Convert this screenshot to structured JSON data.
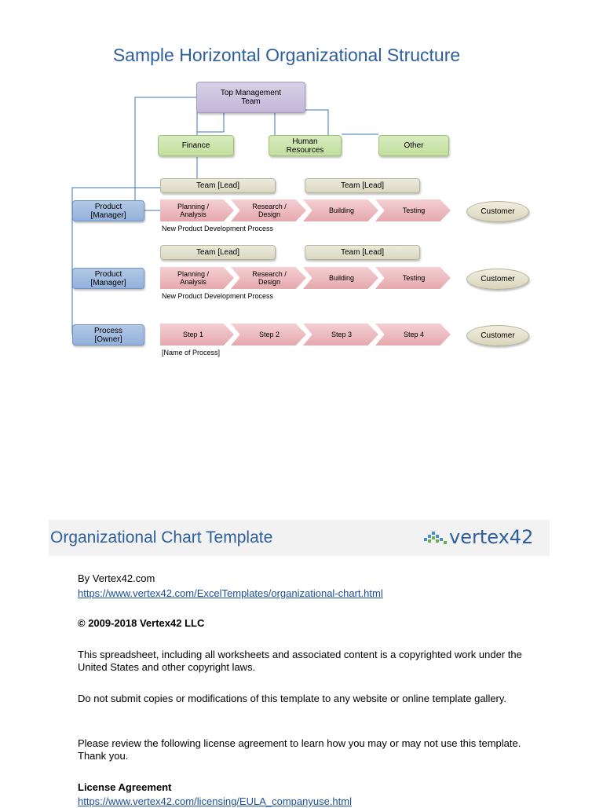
{
  "title": "Sample Horizontal Organizational Structure",
  "org": {
    "top": "Top Management Team",
    "departments": [
      "Finance",
      "Human Resources",
      "Other"
    ],
    "team_lead": "Team [Lead]",
    "rows": [
      {
        "owner": "Product [Manager]",
        "steps": [
          "Planning / Analysis",
          "Research / Design",
          "Building",
          "Testing"
        ],
        "customer": "Customer",
        "caption": "New Product Development Process",
        "has_teams": true
      },
      {
        "owner": "Product [Manager]",
        "steps": [
          "Planning / Analysis",
          "Research / Design",
          "Building",
          "Testing"
        ],
        "customer": "Customer",
        "caption": "New Product Development Process",
        "has_teams": true
      },
      {
        "owner": "Process [Owner]",
        "steps": [
          "Step 1",
          "Step 2",
          "Step 3",
          "Step 4"
        ],
        "customer": "Customer",
        "caption": "[Name of Process]",
        "has_teams": false
      }
    ]
  },
  "footer": {
    "banner_title": "Organizational Chart Template",
    "logo": "vertex42",
    "by": "By Vertex42.com",
    "link1": "https://www.vertex42.com/ExcelTemplates/organizational-chart.html",
    "copyright": "© 2009-2018 Vertex42 LLC",
    "para1": "This spreadsheet, including all worksheets and associated content is a copyrighted work under the United States and other copyright laws.",
    "para2": "Do not submit copies or modifications of this template to any website or online template gallery.",
    "para3": "Please review the following license agreement to learn how you may or may not use this template. Thank you.",
    "license_heading": "License Agreement",
    "link2": "https://www.vertex42.com/licensing/EULA_companyuse.html"
  },
  "colors": {
    "title": "#2e5f9a",
    "connector": "#3a74b5"
  }
}
